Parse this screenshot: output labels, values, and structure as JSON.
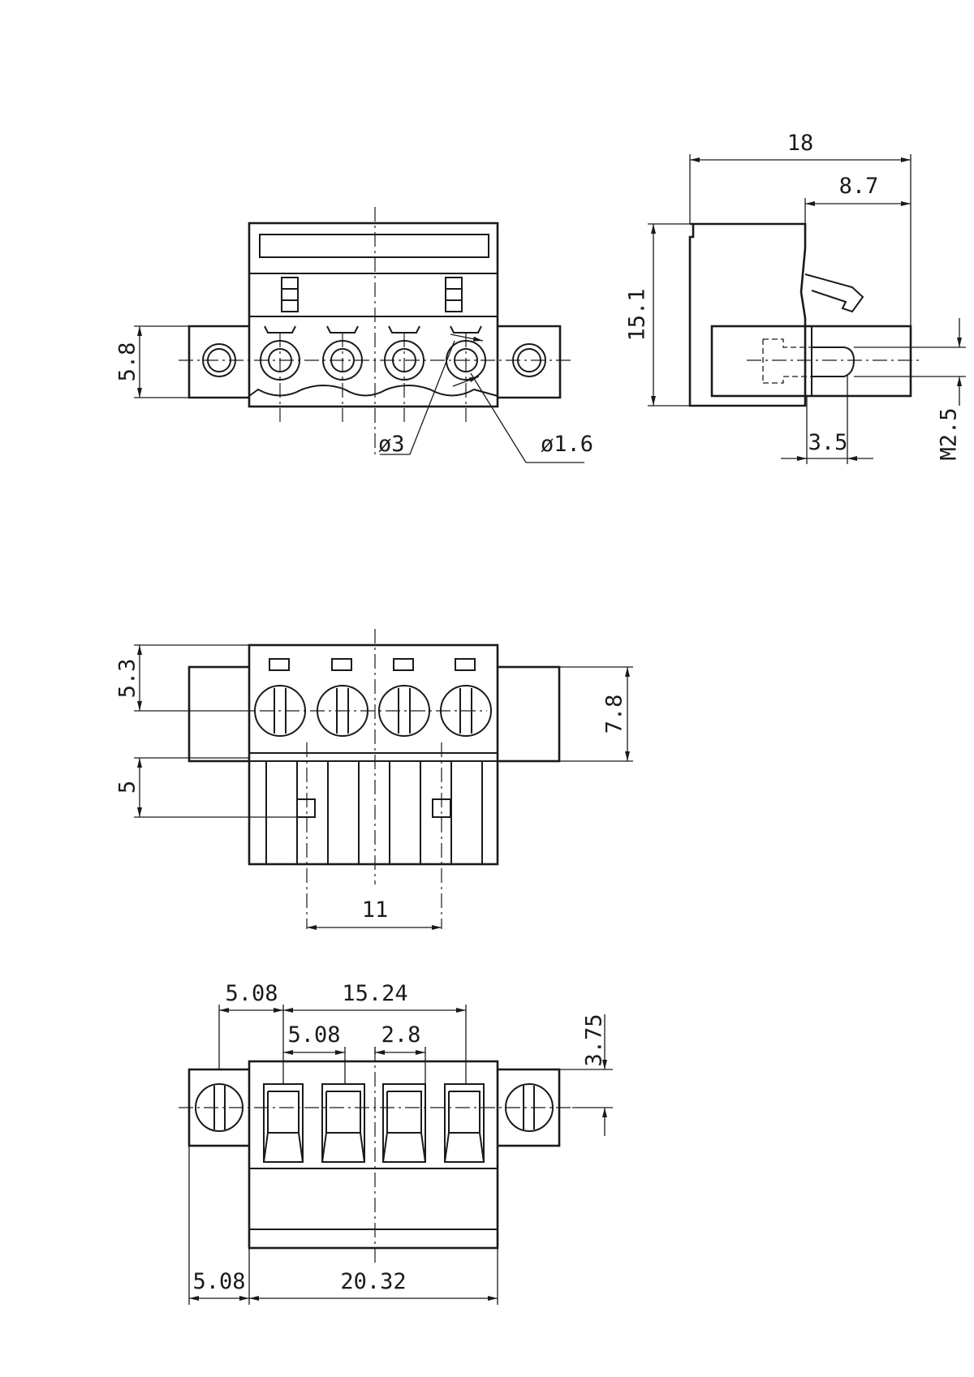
{
  "front_view": {
    "dimensions": {
      "height": "5.8",
      "hole_dia": "ø3",
      "pin_dia": "ø1.6"
    }
  },
  "side_view": {
    "dimensions": {
      "overall_depth": "18",
      "latch_depth": "8.7",
      "height": "15.1",
      "screw_length": "3.5",
      "thread": "M2.5"
    }
  },
  "top_view": {
    "dimensions": {
      "screw_offset": "5.3",
      "flange_width": "7.8",
      "lower_height": "5",
      "latch_spacing": "11"
    }
  },
  "bottom_view": {
    "dimensions": {
      "flange_pitch": "5.08",
      "pitch_span": "15.24",
      "pitch": "5.08",
      "slot_width": "2.8",
      "flange_offset": "3.75",
      "flange_bottom": "5.08",
      "body_width": "20.32"
    }
  }
}
